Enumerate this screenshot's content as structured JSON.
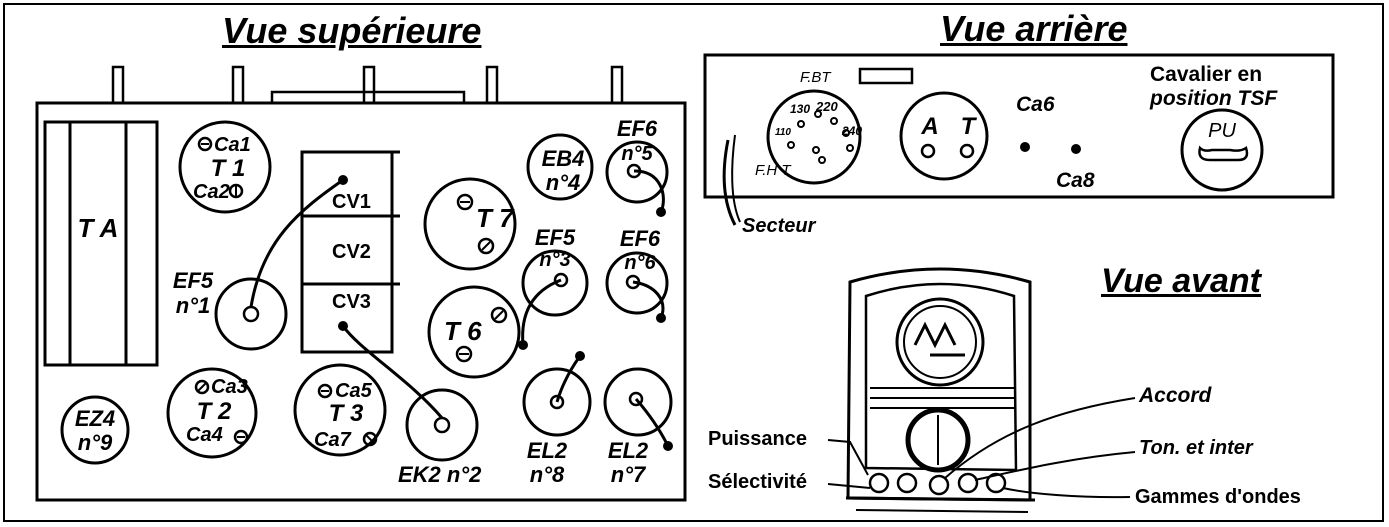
{
  "titles": {
    "top": "Vue supérieure",
    "rear": "Vue arrière",
    "front": "Vue avant"
  },
  "top_view": {
    "ta": "T A",
    "t1": {
      "ca1": "Ca1",
      "name": "T 1",
      "ca2": "Ca2"
    },
    "t2": {
      "ca3": "Ca3",
      "name": "T 2",
      "ca4": "Ca4"
    },
    "t3": {
      "ca5": "Ca5",
      "name": "T 3",
      "ca7": "Ca7"
    },
    "t6": "T 6",
    "t7": "T 7",
    "cv1": "CV1",
    "cv2": "CV2",
    "cv3": "CV3",
    "ef5_n1": {
      "line1": "EF5",
      "line2": "n°1"
    },
    "ek2_n2": "EK2 n°2",
    "ef5_n3": {
      "line1": "EF5",
      "line2": "n°3"
    },
    "eb4_n4": {
      "line1": "EB4",
      "line2": "n°4"
    },
    "ef6_n5": {
      "line1": "EF6",
      "line2": "n°5"
    },
    "ef6_n6": {
      "line1": "EF6",
      "line2": "n°6"
    },
    "el2_n7": {
      "line1": "EL2",
      "line2": "n°7"
    },
    "el2_n8": {
      "line1": "EL2",
      "line2": "n°8"
    },
    "ez4_n9": {
      "line1": "EZ4",
      "line2": "n°9"
    }
  },
  "rear_view": {
    "fbt": "F.BT",
    "fht": "F.H T",
    "v110": "110",
    "v130": "130",
    "v220": "220",
    "v240": "240",
    "socket_a": "A",
    "socket_t": "T",
    "ca6": "Ca6",
    "ca8": "Ca8",
    "cavalier": {
      "line1": "Cavalier en",
      "line2": "position TSF"
    },
    "pu": "PU",
    "secteur": "Secteur"
  },
  "front_view": {
    "accord": "Accord",
    "puissance": "Puissance",
    "ton_inter": "Ton. et inter",
    "selectivite": "Sélectivité",
    "gammes": "Gammes d'ondes"
  }
}
